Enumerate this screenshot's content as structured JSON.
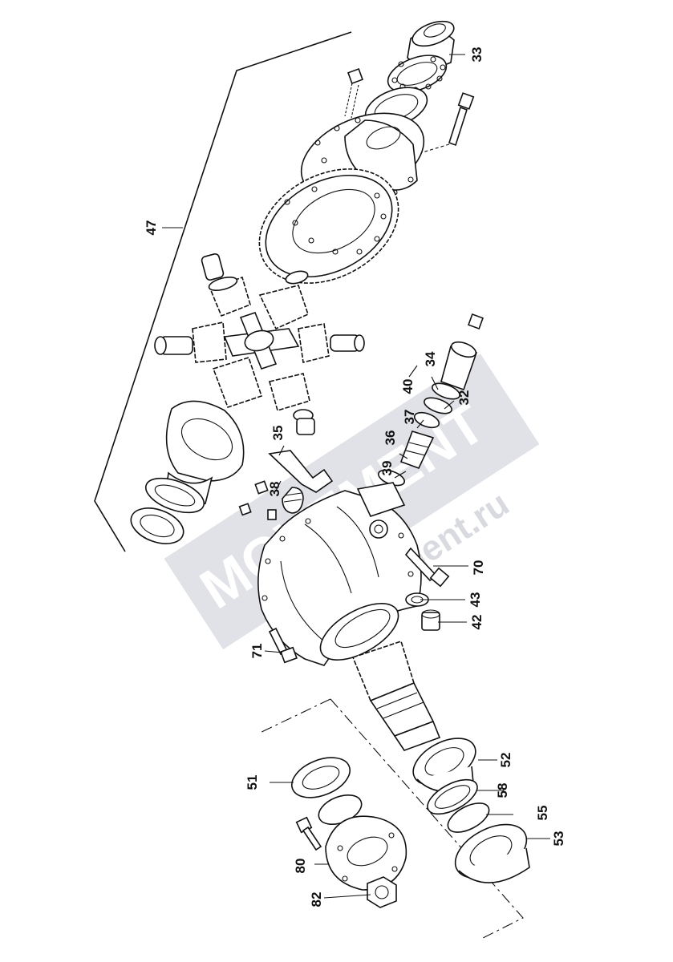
{
  "diagram": {
    "watermark": {
      "brand": "MOVEMENT",
      "site": "movement.ru",
      "color": "#c9ccd4"
    },
    "callouts": [
      {
        "id": "33",
        "label": "33"
      },
      {
        "id": "47",
        "label": "47"
      },
      {
        "id": "34",
        "label": "34"
      },
      {
        "id": "40",
        "label": "40"
      },
      {
        "id": "32",
        "label": "32"
      },
      {
        "id": "37",
        "label": "37"
      },
      {
        "id": "36",
        "label": "36"
      },
      {
        "id": "35",
        "label": "35"
      },
      {
        "id": "39",
        "label": "39"
      },
      {
        "id": "38",
        "label": "38"
      },
      {
        "id": "70",
        "label": "70"
      },
      {
        "id": "43",
        "label": "43"
      },
      {
        "id": "42",
        "label": "42"
      },
      {
        "id": "71",
        "label": "71"
      },
      {
        "id": "52",
        "label": "52"
      },
      {
        "id": "51",
        "label": "51"
      },
      {
        "id": "58",
        "label": "58"
      },
      {
        "id": "55",
        "label": "55"
      },
      {
        "id": "53",
        "label": "53"
      },
      {
        "id": "80",
        "label": "80"
      },
      {
        "id": "82",
        "label": "82"
      }
    ]
  }
}
